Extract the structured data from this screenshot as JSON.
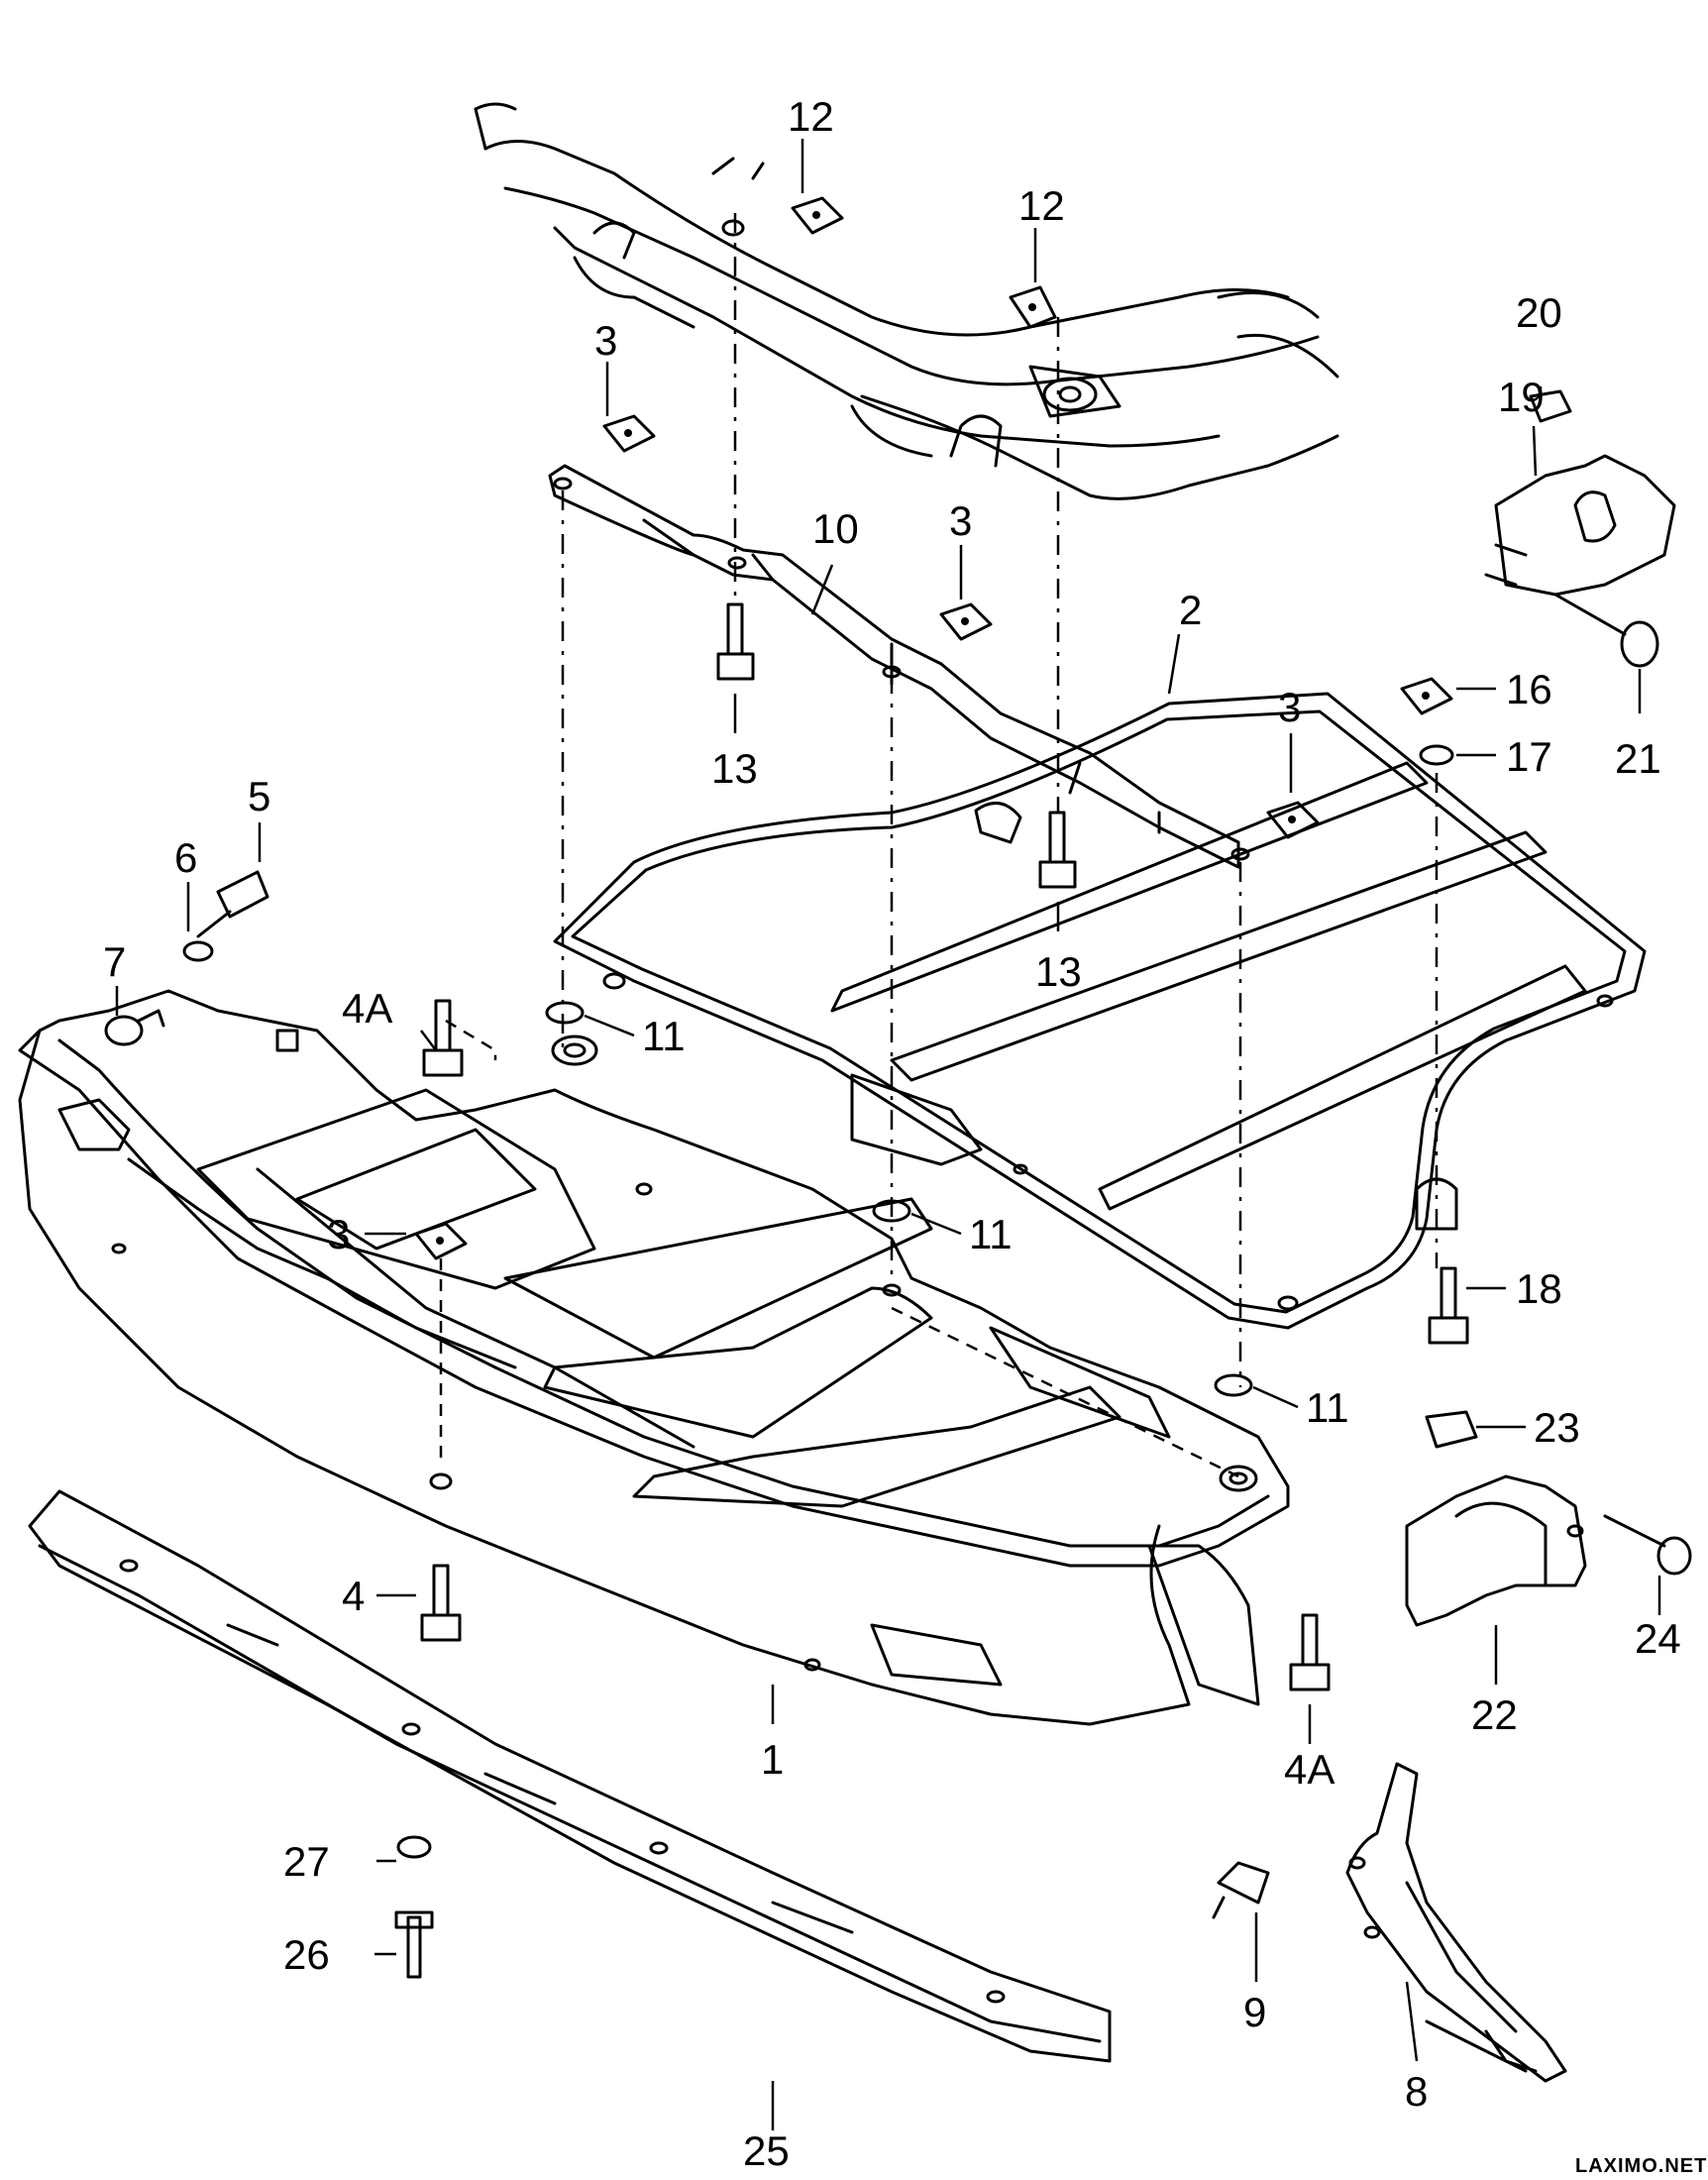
{
  "callouts": {
    "c1": "1",
    "c2": "2",
    "c3a": "3",
    "c3b": "3",
    "c3c": "3",
    "c3d": "3",
    "c4": "4",
    "c4a_top": "4A",
    "c4a_bottom": "4A",
    "c5": "5",
    "c6": "6",
    "c7": "7",
    "c8": "8",
    "c9": "9",
    "c10": "10",
    "c11a": "11",
    "c11b": "11",
    "c11c": "11",
    "c12a": "12",
    "c12b": "12",
    "c13a": "13",
    "c13b": "13",
    "c16": "16",
    "c17": "17",
    "c18": "18",
    "c19": "19",
    "c20": "20",
    "c21": "21",
    "c22": "22",
    "c23": "23",
    "c24": "24",
    "c25": "25",
    "c26": "26",
    "c27": "27"
  },
  "watermark": "LAXIMO.NET"
}
